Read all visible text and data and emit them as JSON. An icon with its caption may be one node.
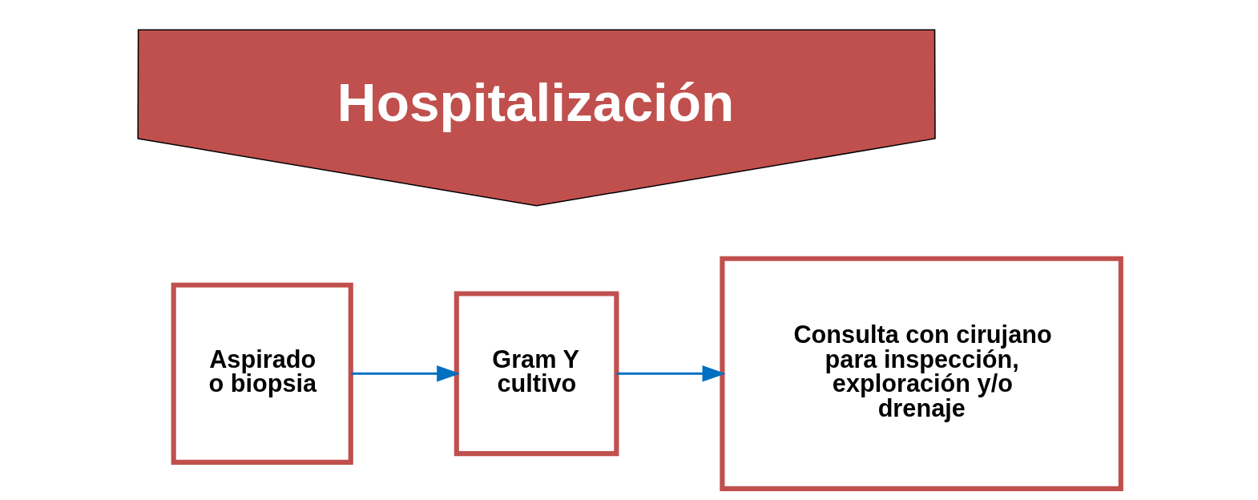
{
  "diagram": {
    "nodes": [
      {
        "text": [
          "Hospitalización"
        ]
      },
      {
        "text": [
          "Aspirado o biopsia"
        ]
      },
      {
        "text": [
          "Gram Y cultivo"
        ]
      },
      {
        "text": [
          "Consulta con cirujano para inspección, exploración y/o drenaje"
        ]
      }
    ],
    "edges": [
      {
        "from": 1,
        "to": 2,
        "arrow": "to"
      },
      {
        "from": 2,
        "to": 3,
        "arrow": "to"
      }
    ]
  }
}
